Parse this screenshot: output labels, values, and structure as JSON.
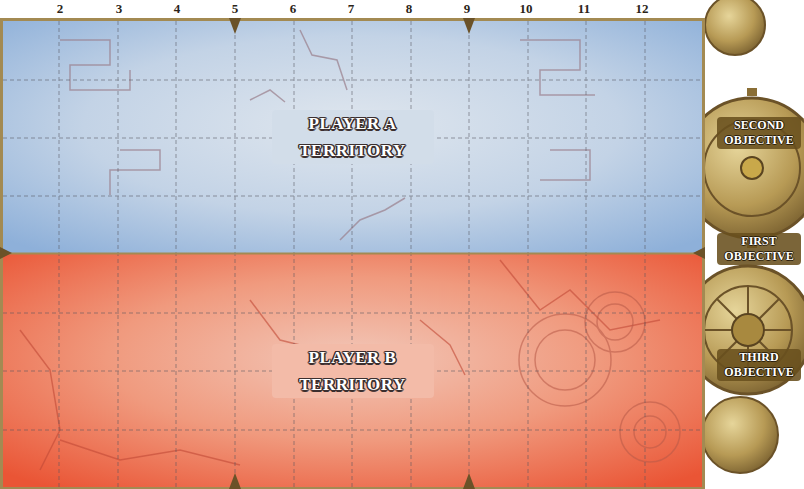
{
  "diagram": {
    "nodes": [
      {
        "text": [
          "PLAYER A TERRITORY"
        ]
      },
      {
        "text": [
          "PLAYER B TERRITORY"
        ]
      }
    ],
    "labels": [
      "2",
      "3",
      "4",
      "5",
      "6",
      "7",
      "8",
      "9",
      "10",
      "11",
      "12",
      "SECOND OBJECTIVE",
      "FIRST OBJECTIVE",
      "THIRD OBJECTIVE"
    ]
  }
}
